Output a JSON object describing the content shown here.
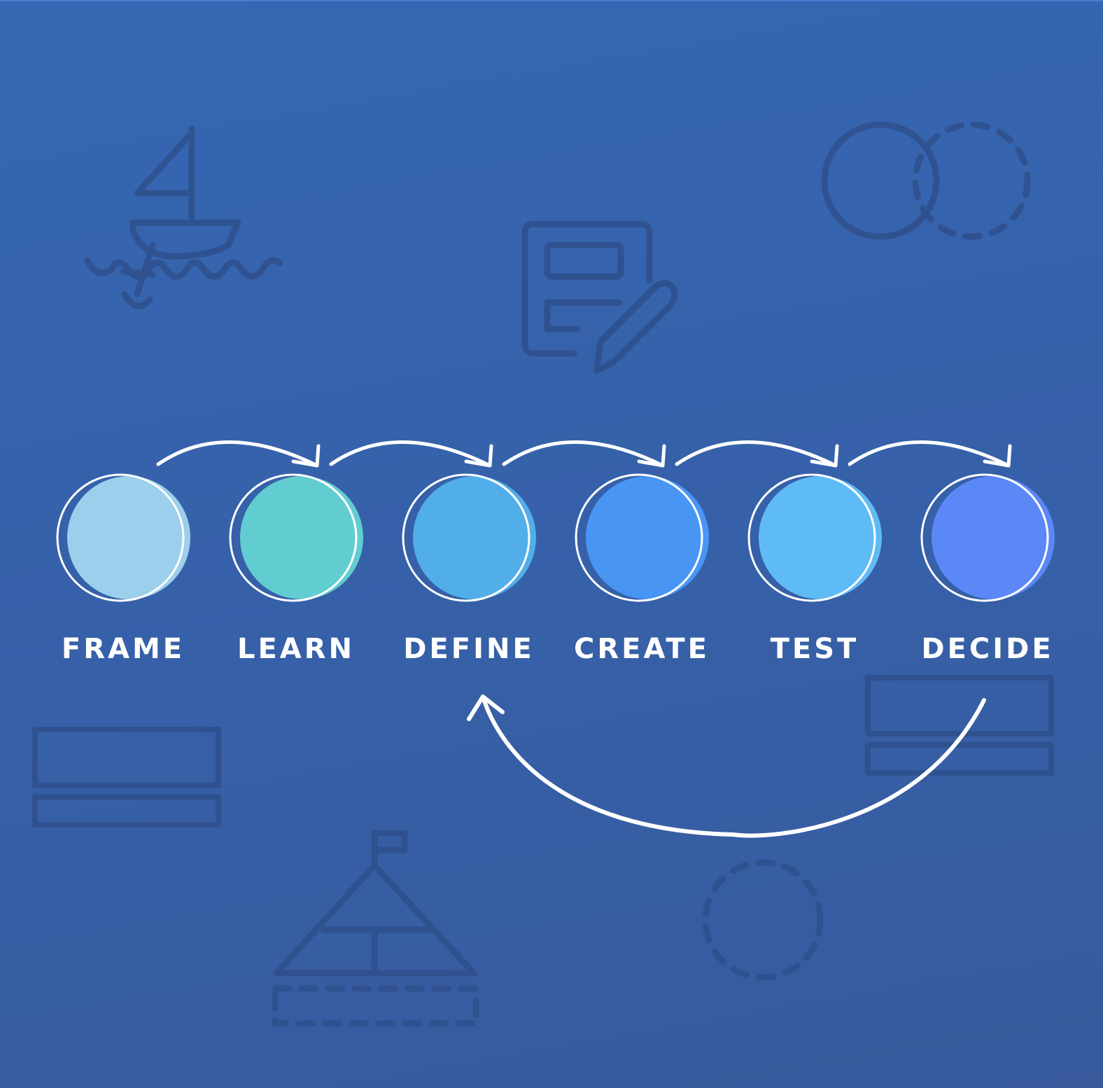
{
  "steps": [
    {
      "label": "FRAME",
      "color": "#9ccfeb"
    },
    {
      "label": "LEARN",
      "color": "#62cdd0"
    },
    {
      "label": "DEFINE",
      "color": "#52aee8"
    },
    {
      "label": "CREATE",
      "color": "#4895f4"
    },
    {
      "label": "TEST",
      "color": "#5fbbf6"
    },
    {
      "label": "DECIDE",
      "color": "#5b87f7"
    }
  ],
  "loop_back": {
    "from": "DECIDE",
    "to": "DEFINE"
  },
  "colors": {
    "background": "#3663ad",
    "icon_stroke": "#2f4f8c",
    "arrow": "#ffffff",
    "text": "#ffffff"
  },
  "background_icons": [
    "sailboat-icon",
    "document-edit-icon",
    "venn-circles-icon",
    "bars-icon",
    "bars-icon",
    "pyramid-flag-icon",
    "dashed-circle-icon"
  ]
}
